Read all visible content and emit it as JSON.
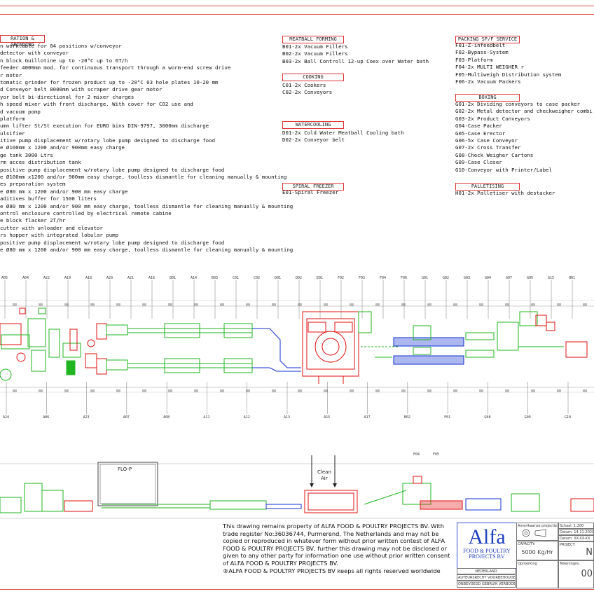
{
  "sections": {
    "preparation": {
      "title": "RATION & GRINDING",
      "items": [
        "n worktable for 04 positions w/conveyor",
        "detector with conveyor",
        "n block Guillotine up to -20°C up to 6T/h",
        "feeder 4000mm mod. for continuous transport through a worm-end screw drive",
        "r motor",
        "tomatic grinder for frozen product up to -20°C 03 hole plates 10-20 mm",
        "d Conveyor belt 8000mm with scraper drive gear motor",
        "yor belt bi-directional for 2 mixer charges",
        "h speed mixer with front discharge. With cover for CO2 use and",
        "d vacuum pomp",
        "platform",
        "umn lifter St/St execution for EURO bins DIN-9797, 3000mm discharge",
        "ulsifier",
        "itive pump displacement w/rotary lobe pump designed to discharge food",
        "e Ø100mm x 1200 and/or 900mm easy charge",
        "ge tank 3000 Ltrs",
        "rm acces distribution tank",
        "positive pump displacement w/rotary lobe pump designed to discharge food",
        "e Ø100mm x1200 and/or 900mm easy charge, toolless dismantle for cleaning manually & mounting",
        "es preparation system",
        "e Ø80 mm x 1200 and/or 900 mm easy charge",
        "aditives buffer for 1500 liters",
        "e Ø80 mm x 1200 and/or 900 mm easy charge, toolless dismantle for cleaning manually & mounting",
        "ontrol enclosure controlled by electrical remote cabine",
        "e block flacker 2T/hr",
        "cutter with unloader and elevator",
        "rs hopper with integrated lobular pump",
        "positive pump displacement w/rotary lobe pump designed to discharge food",
        "e Ø80 mm x 1200 and/or 900 mm easy charge, toolless dismantle for cleaning manually & mounting"
      ]
    },
    "meatball_forming": {
      "title": "MEATBALL FORMING",
      "items": [
        "B01-2x Vacuum Fillers",
        "B02-2x Vacuum Fillers",
        "B03-2x Ball Controll 12-up Coex over Water bath"
      ]
    },
    "cooking": {
      "title": "COOKING",
      "items": [
        "C01-2x Cookers",
        "C02-2x Conveyors"
      ]
    },
    "watercooling": {
      "title": "WATERCOOLING",
      "items": [
        "D01-2x Cold Water Meatball Cooling bath",
        "D02-2x Conveyor belt"
      ]
    },
    "spiral_freezer": {
      "title": "SPIRAL FREEZER",
      "items": [
        "E01-Spiral Freezer"
      ]
    },
    "packing": {
      "title": "PACKING SP/F SERVICE",
      "items": [
        "F01-Z-infeedbelt",
        "F02-Bypass-System",
        "F03-Platform",
        "F04-2x MULTI WEIGHER r",
        "F05-Multiweigh Distribution system",
        "F06-2x Vacuum Packers"
      ]
    },
    "boxing": {
      "title": "BOXING",
      "items": [
        "G01-2x Dividing conveyors to case packer",
        "G02-2x Metal detector and checkweigher combi",
        "G03-2x Product Conveyors",
        "G04-Case Packer",
        "G05-Case Erector",
        "G06-5x Case Conveyor",
        "G07-2x Cross Transfer",
        "G08-Check Weigher Cartons",
        "G09-Case Closer",
        "G10-Conveyor with Printer/Label"
      ]
    },
    "palletising": {
      "title": "PALLETISING",
      "items": [
        "H01-2x Palletiser with destacker"
      ]
    }
  },
  "plan_labels_top": [
    "A05",
    "A04",
    "A22",
    "A19",
    "A18",
    "A20",
    "A21",
    "A16",
    "B01",
    "A14",
    "B03",
    "C01",
    "C02",
    "D01",
    "D02",
    "E01",
    "F02",
    "F03",
    "F04",
    "F06",
    "G01",
    "G02",
    "G03",
    "G04",
    "G07",
    "G05",
    "G15",
    "H01"
  ],
  "plan_labels_bottom": [
    "A24",
    "A06",
    "A23",
    "A07",
    "A08",
    "A11",
    "A12",
    "A13",
    "A15",
    "A17",
    "B02",
    "F01",
    "G08",
    "G09",
    "G10"
  ],
  "elevation": {
    "flo_label": "FLO-P",
    "clean_air_label": "Clean Air",
    "f04_label": "F04",
    "f05_label": "F05"
  },
  "notice": "This drawing remains property of ALFA FOOD & POULTRY PROJECTS BV. With trade register No:36036744, Purmerend, The Netherlands and may not be copied or reproduced in whatever form without prior written contest of ALFA FOOD & POULTRY PROJECTS BV, further this drawing may not be disclosed or given to any other party for information one use without prior written consent of ALFA FOOD & POULTRY PROJECTS BV.",
  "copyright": "®ALFA FOOD & POULTRY PROJECTS BV keeps all rights reserved worldwide",
  "logo": {
    "main": "Alfa",
    "line1": "FOOD & POULTRY",
    "line2": "PROJECTS BV"
  },
  "title_block": {
    "country": "NEDERLAND",
    "rights": "AUTEURSRECHT VOORBEHOUDEN",
    "forbidden": "ONBEVOEGD GEBRUIK VERBODEN",
    "projection_label": "Amerikaanse projectie",
    "scale_label": "Schaal:",
    "scale_value": "1:200",
    "date_label": "Datum:",
    "date_value": "14-11-2020",
    "date2_label": "Datum:",
    "date2_value": "XX-XX-XX",
    "capacity_label": "CAPACITY:",
    "capacity_value": "5000 Kg/Hr",
    "project_label": "PROJECT:",
    "project_value": "N",
    "remark_label": "Opmerking",
    "drawing_no_label": "Tekeningnu",
    "drawing_no_value": "00"
  },
  "colors": {
    "frame": "#e05050",
    "machine_red": "#e01010",
    "conveyor_green": "#22b522",
    "packer_blue": "#1030d0",
    "brand_blue": "#1e3fbf"
  }
}
